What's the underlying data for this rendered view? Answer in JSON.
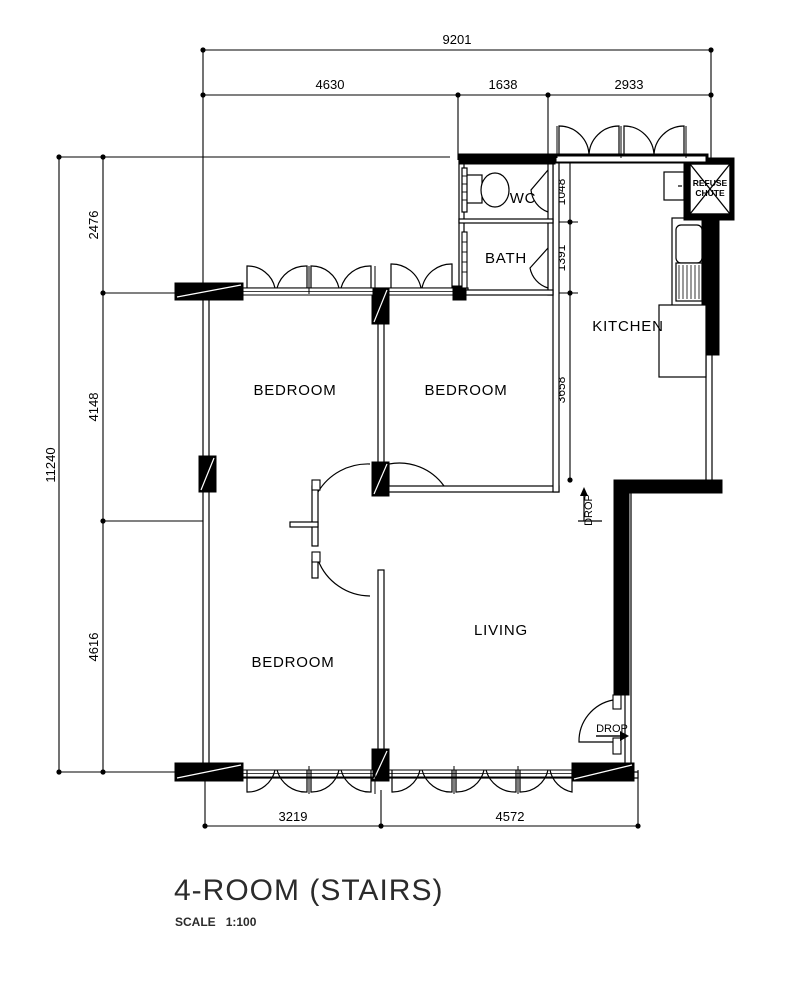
{
  "drawing": {
    "title": "4-ROOM (STAIRS)",
    "scale_label": "SCALE",
    "scale_value": "1:100",
    "line_color": "#000000",
    "wall_fill": "#000000",
    "background": "#ffffff",
    "type": "architectural-floor-plan"
  },
  "dimensions": {
    "top_overall": "9201",
    "top_segments": [
      "4630",
      "1638",
      "2933"
    ],
    "left_overall": "11240",
    "left_segments": [
      "2476",
      "4148",
      "4616"
    ],
    "right_segments": [
      "1048",
      "1391",
      "3658"
    ],
    "bottom_segments": [
      "3219",
      "4572"
    ],
    "units": "mm"
  },
  "rooms": [
    {
      "id": "bedroom-1",
      "label": "BEDROOM"
    },
    {
      "id": "bedroom-2",
      "label": "BEDROOM"
    },
    {
      "id": "bedroom-3",
      "label": "BEDROOM"
    },
    {
      "id": "living",
      "label": "LIVING"
    },
    {
      "id": "kitchen",
      "label": "KITCHEN"
    },
    {
      "id": "bath",
      "label": "BATH"
    },
    {
      "id": "wc",
      "label": "WC"
    }
  ],
  "annotations": {
    "refuse_chute_line1": "REFUSE",
    "refuse_chute_line2": "CHUTE",
    "drop_kitchen": "DROP",
    "drop_entry": "DROP"
  }
}
